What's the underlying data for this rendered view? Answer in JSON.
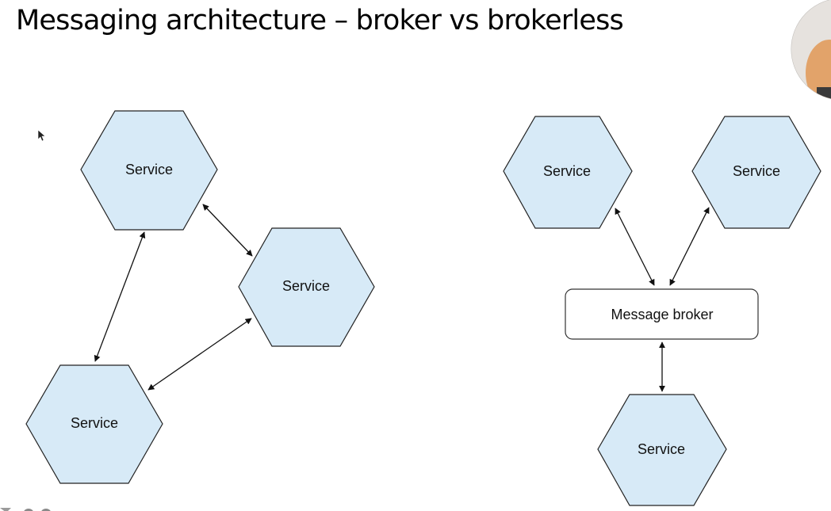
{
  "slide": {
    "title": "Messaging architecture – broker vs brokerless"
  },
  "brokerless": {
    "nodes": [
      {
        "id": "svc-top",
        "label": "Service"
      },
      {
        "id": "svc-right",
        "label": "Service"
      },
      {
        "id": "svc-bottom",
        "label": "Service"
      }
    ],
    "edges": [
      {
        "from": "svc-top",
        "to": "svc-bottom",
        "direction": "both"
      },
      {
        "from": "svc-top",
        "to": "svc-right",
        "direction": "both"
      },
      {
        "from": "svc-right",
        "to": "svc-bottom",
        "direction": "both"
      }
    ]
  },
  "broker": {
    "nodes": [
      {
        "id": "svc-left",
        "label": "Service"
      },
      {
        "id": "svc-right",
        "label": "Service"
      },
      {
        "id": "svc-bottom",
        "label": "Service"
      }
    ],
    "broker_label": "Message broker",
    "edges": [
      {
        "from": "svc-left",
        "to": "broker",
        "direction": "both"
      },
      {
        "from": "svc-right",
        "to": "broker",
        "direction": "both"
      },
      {
        "from": "broker",
        "to": "svc-bottom",
        "direction": "both"
      }
    ]
  },
  "colors": {
    "service_fill": "#d7eaf7",
    "outline": "#222222",
    "background": "#ffffff"
  },
  "icons": {
    "cursor": "mouse-pointer-icon",
    "presenter": "presenter-webcam-thumbnail"
  }
}
